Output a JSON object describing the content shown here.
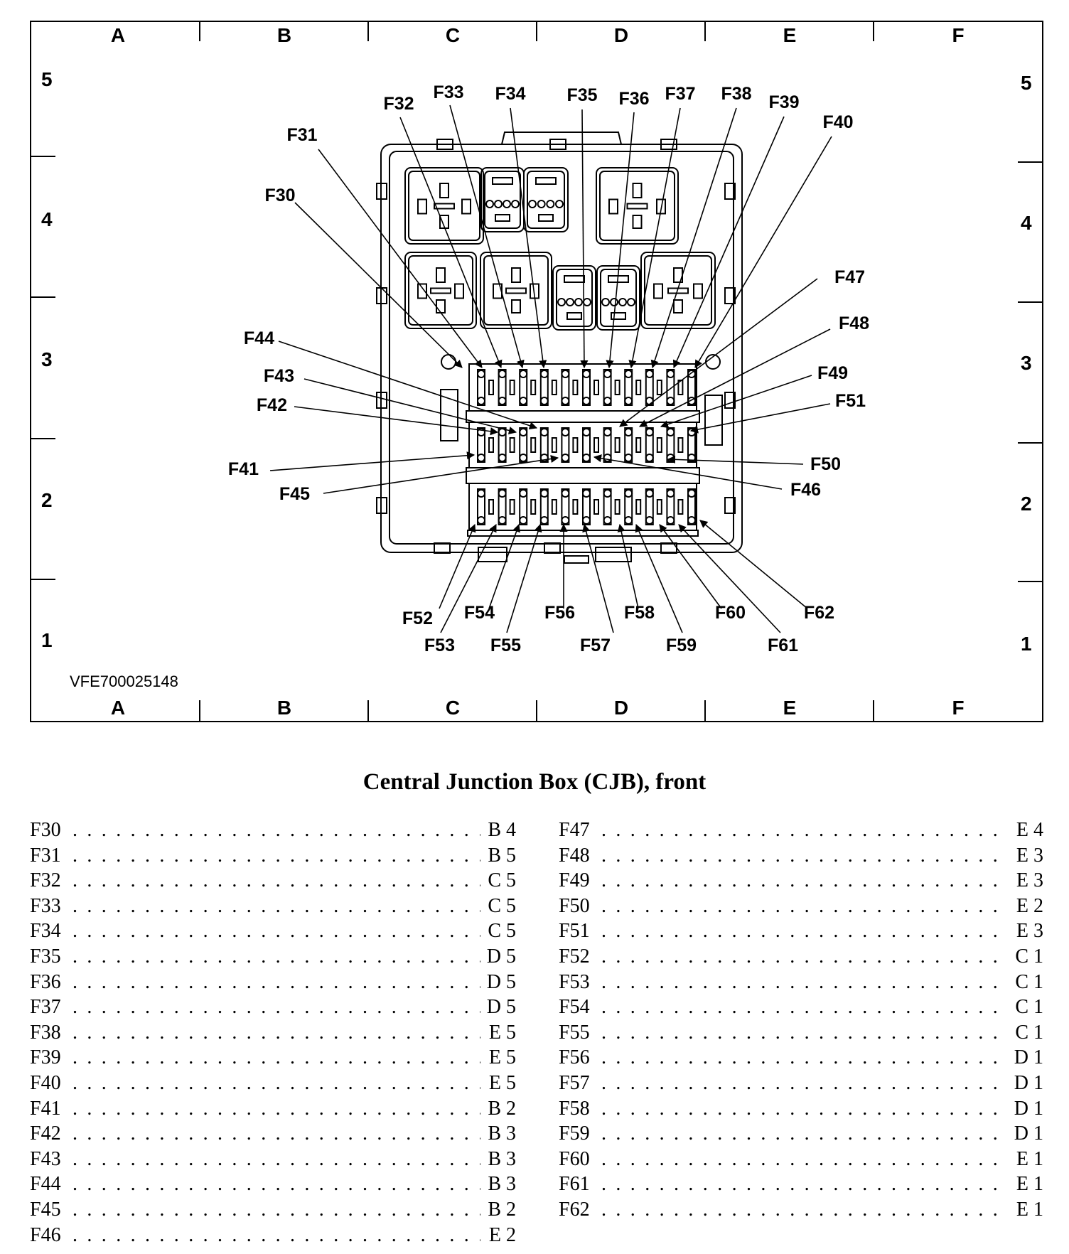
{
  "diagram": {
    "columns": [
      "A",
      "B",
      "C",
      "D",
      "E",
      "F"
    ],
    "rows": [
      "5",
      "4",
      "3",
      "2",
      "1"
    ],
    "reference": "VFE700025148",
    "fuse_labels": [
      {
        "id": "F30",
        "text": "F30"
      },
      {
        "id": "F31",
        "text": "F31"
      },
      {
        "id": "F32",
        "text": "F32"
      },
      {
        "id": "F33",
        "text": "F33"
      },
      {
        "id": "F34",
        "text": "F34"
      },
      {
        "id": "F35",
        "text": "F35"
      },
      {
        "id": "F36",
        "text": "F36"
      },
      {
        "id": "F37",
        "text": "F37"
      },
      {
        "id": "F38",
        "text": "F38"
      },
      {
        "id": "F39",
        "text": "F39"
      },
      {
        "id": "F40",
        "text": "F40"
      },
      {
        "id": "F41",
        "text": "F41"
      },
      {
        "id": "F42",
        "text": "F42"
      },
      {
        "id": "F43",
        "text": "F43"
      },
      {
        "id": "F44",
        "text": "F44"
      },
      {
        "id": "F45",
        "text": "F45"
      },
      {
        "id": "F46",
        "text": "F46"
      },
      {
        "id": "F47",
        "text": "F47"
      },
      {
        "id": "F48",
        "text": "F48"
      },
      {
        "id": "F49",
        "text": "F49"
      },
      {
        "id": "F50",
        "text": "F50"
      },
      {
        "id": "F51",
        "text": "F51"
      },
      {
        "id": "F52",
        "text": "F52"
      },
      {
        "id": "F53",
        "text": "F53"
      },
      {
        "id": "F54",
        "text": "F54"
      },
      {
        "id": "F55",
        "text": "F55"
      },
      {
        "id": "F56",
        "text": "F56"
      },
      {
        "id": "F57",
        "text": "F57"
      },
      {
        "id": "F58",
        "text": "F58"
      },
      {
        "id": "F59",
        "text": "F59"
      },
      {
        "id": "F60",
        "text": "F60"
      },
      {
        "id": "F61",
        "text": "F61"
      },
      {
        "id": "F62",
        "text": "F62"
      }
    ]
  },
  "caption": "Central Junction Box (CJB), front",
  "legend": {
    "left": [
      {
        "fuse": "F30",
        "loc": "B 4"
      },
      {
        "fuse": "F31",
        "loc": "B 5"
      },
      {
        "fuse": "F32",
        "loc": "C 5"
      },
      {
        "fuse": "F33",
        "loc": "C 5"
      },
      {
        "fuse": "F34",
        "loc": "C 5"
      },
      {
        "fuse": "F35",
        "loc": "D 5"
      },
      {
        "fuse": "F36",
        "loc": "D 5"
      },
      {
        "fuse": "F37",
        "loc": "D 5"
      },
      {
        "fuse": "F38",
        "loc": "E 5"
      },
      {
        "fuse": "F39",
        "loc": "E 5"
      },
      {
        "fuse": "F40",
        "loc": "E 5"
      },
      {
        "fuse": "F41",
        "loc": "B 2"
      },
      {
        "fuse": "F42",
        "loc": "B 3"
      },
      {
        "fuse": "F43",
        "loc": "B 3"
      },
      {
        "fuse": "F44",
        "loc": "B 3"
      },
      {
        "fuse": "F45",
        "loc": "B 2"
      },
      {
        "fuse": "F46",
        "loc": "E 2"
      }
    ],
    "right": [
      {
        "fuse": "F47",
        "loc": "E 4"
      },
      {
        "fuse": "F48",
        "loc": "E 3"
      },
      {
        "fuse": "F49",
        "loc": "E 3"
      },
      {
        "fuse": "F50",
        "loc": "E 2"
      },
      {
        "fuse": "F51",
        "loc": "E 3"
      },
      {
        "fuse": "F52",
        "loc": "C 1"
      },
      {
        "fuse": "F53",
        "loc": "C 1"
      },
      {
        "fuse": "F54",
        "loc": "C 1"
      },
      {
        "fuse": "F55",
        "loc": "C 1"
      },
      {
        "fuse": "F56",
        "loc": "D 1"
      },
      {
        "fuse": "F57",
        "loc": "D 1"
      },
      {
        "fuse": "F58",
        "loc": "D 1"
      },
      {
        "fuse": "F59",
        "loc": "D 1"
      },
      {
        "fuse": "F60",
        "loc": "E 1"
      },
      {
        "fuse": "F61",
        "loc": "E 1"
      },
      {
        "fuse": "F62",
        "loc": "E 1"
      }
    ]
  }
}
